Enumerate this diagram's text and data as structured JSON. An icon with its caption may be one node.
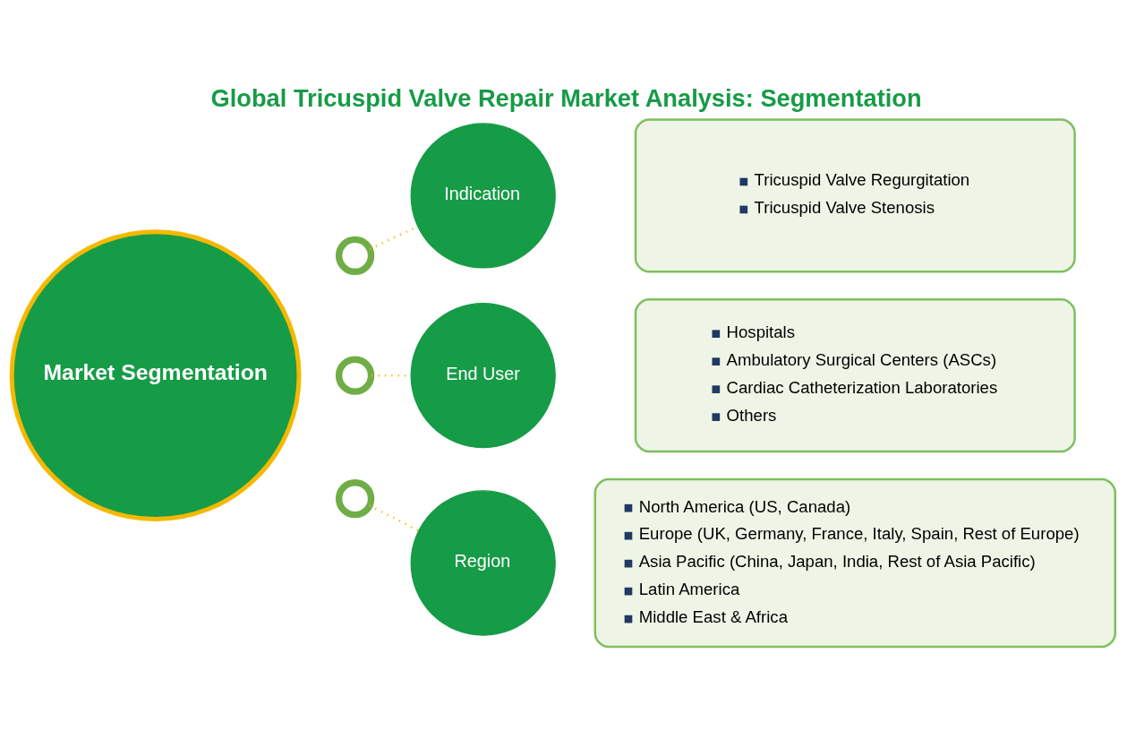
{
  "diagram": {
    "title": "Global Tricuspid Valve Repair Market Analysis: Segmentation",
    "nodes": [
      {
        "text": [
          "Market Segmentation"
        ]
      },
      {
        "text": [],
        "shape": "circle"
      },
      {
        "text": [],
        "shape": "circle"
      },
      {
        "text": [],
        "shape": "circle"
      },
      {
        "text": [
          "Indication"
        ]
      },
      {
        "text": [
          "Tricuspid Valve Regurgitation",
          "Tricuspid Valve Stenosis"
        ]
      },
      {
        "text": [
          "End User"
        ]
      },
      {
        "text": [
          "Hospitals",
          "Ambulatory Surgical Centers (ASCs)",
          "Cardiac Catheterization Laboratories",
          "Others"
        ]
      },
      {
        "text": [
          "Region"
        ]
      },
      {
        "text": [
          "North America (US, Canada)",
          "Europe (UK, Germany, France, Italy, Spain, Rest of Europe)",
          "Asia Pacific (China, Japan, India, Rest of Asia Pacific)",
          "Latin America",
          "Middle East & Africa"
        ]
      }
    ],
    "edges": [
      {
        "from": 1,
        "to": 4,
        "arrow": "none",
        "style": "dashed"
      },
      {
        "from": 2,
        "to": 6,
        "arrow": "none",
        "style": "dashed"
      },
      {
        "from": 3,
        "to": 8,
        "arrow": "none",
        "style": "dashed"
      }
    ]
  }
}
